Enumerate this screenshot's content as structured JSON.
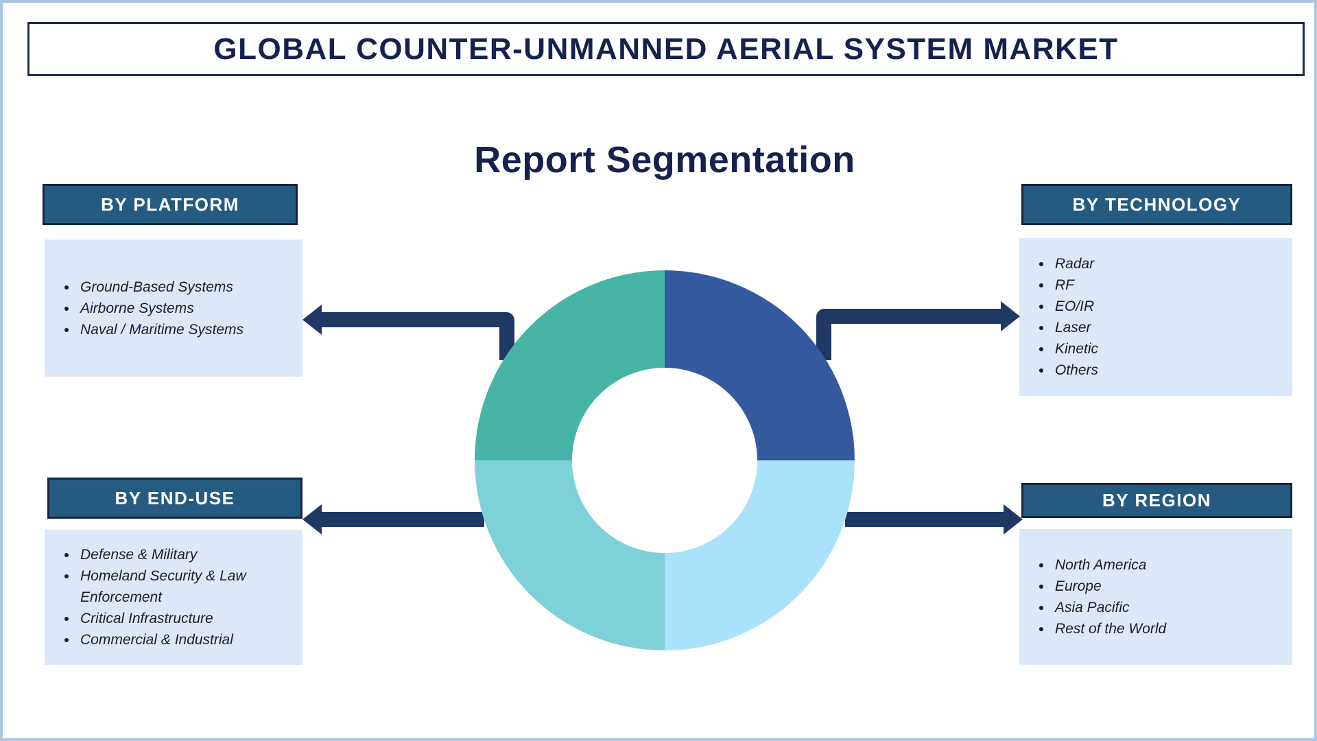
{
  "title": "GLOBAL COUNTER-UNMANNED AERIAL SYSTEM MARKET",
  "subtitle": "Report Segmentation",
  "segments": {
    "platform": {
      "label": "BY PLATFORM",
      "items": [
        "Ground-Based Systems",
        "Airborne Systems",
        "Naval / Maritime Systems"
      ]
    },
    "technology": {
      "label": "BY TECHNOLOGY",
      "items": [
        "Radar",
        "RF",
        "EO/IR",
        "Laser",
        "Kinetic",
        "Others"
      ]
    },
    "end_use": {
      "label": "BY END-USE",
      "items": [
        "Defense & Military",
        "Homeland Security & Law Enforcement",
        "Critical Infrastructure",
        "Commercial & Industrial"
      ]
    },
    "region": {
      "label": "BY REGION",
      "items": [
        "North America",
        "Europe",
        "Asia Pacific",
        "Rest of the World"
      ]
    }
  },
  "donut": {
    "type": "donut",
    "quadrants": [
      {
        "position": "top-right",
        "color": "#35599e"
      },
      {
        "position": "bottom-right",
        "color": "#abe2fb"
      },
      {
        "position": "bottom-left",
        "color": "#7ed1d9"
      },
      {
        "position": "top-left",
        "color": "#46b5a5"
      }
    ],
    "inner_color": "#ffffff"
  },
  "colors": {
    "page_border": "#adc6e6",
    "title_text": "#16214f",
    "header_fill": "#265b81",
    "header_border": "#152440",
    "header_text": "#ffffff",
    "panel_fill": "#dbe8f7",
    "panel_text": "#1e1e21",
    "arrow": "#1f3864"
  }
}
